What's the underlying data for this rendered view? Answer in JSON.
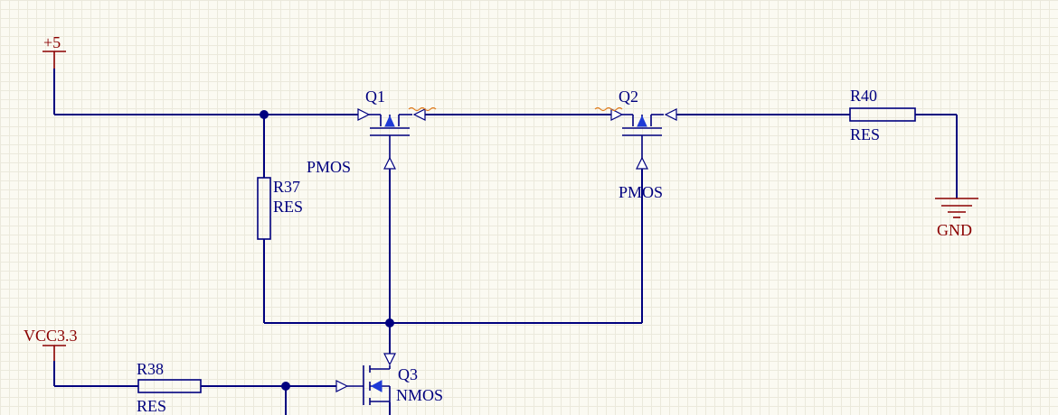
{
  "power": {
    "p5": "+5",
    "vcc33": "VCC3.3",
    "gnd": "GND"
  },
  "components": {
    "q1": {
      "designator": "Q1",
      "type": "PMOS"
    },
    "q2": {
      "designator": "Q2",
      "type": "PMOS"
    },
    "q3": {
      "designator": "Q3",
      "type": "NMOS"
    },
    "r37": {
      "designator": "R37",
      "value": "RES"
    },
    "r38": {
      "designator": "R38",
      "value": "RES"
    },
    "r40": {
      "designator": "R40",
      "value": "RES"
    }
  },
  "colors": {
    "wire": "#00007f",
    "power_label": "#8b0000",
    "mos_arrow": "#1f3bd6",
    "warning_squiggle": "#e07a1a",
    "background": "#fbfaf2"
  }
}
